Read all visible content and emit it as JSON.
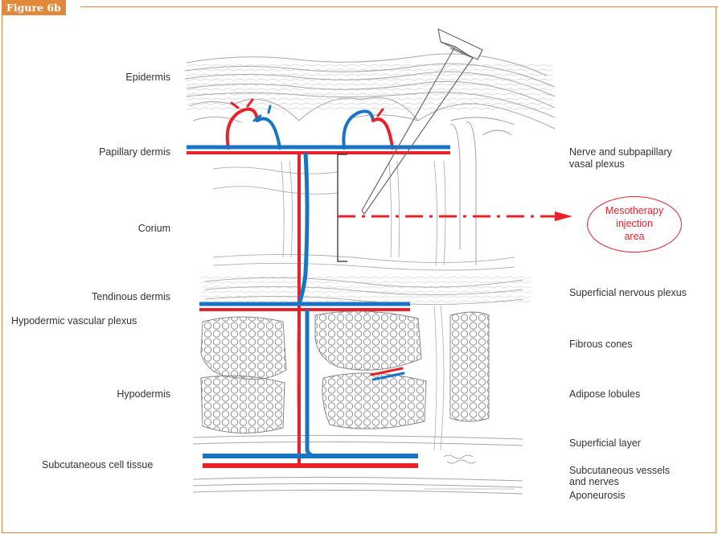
{
  "figure": {
    "tab_label": "Figure 6b"
  },
  "left_labels": {
    "epidermis": "Epidermis",
    "papillary_dermis": "Papillary dermis",
    "corium": "Corium",
    "tendinous_dermis": "Tendinous dermis",
    "hypodermic_vascular_plexus": "Hypodermic vascular plexus",
    "hypodermis": "Hypodermis",
    "subcutaneous_cell_tissue": "Subcutaneous cell tissue"
  },
  "right_labels": {
    "nerve_plexus": "Nerve and subpapillary\nvasal plexus",
    "superficial_nervous_plexus": "Superficial nervous plexus",
    "fibrous_cones": "Fibrous cones",
    "adipose_lobules": "Adipose lobules",
    "superficial_layer": "Superficial layer",
    "subcutaneous_vessels": "Subcutaneous vessels\nand nerves",
    "aponeurosis": "Aponeurosis"
  },
  "callout": {
    "label": "Mesotherapy\ninjection\narea"
  },
  "colors": {
    "frame": "#e0893a",
    "artery": "#e8222a",
    "vein": "#1a74c4",
    "ink": "#777777",
    "callout": "#e8222a"
  }
}
